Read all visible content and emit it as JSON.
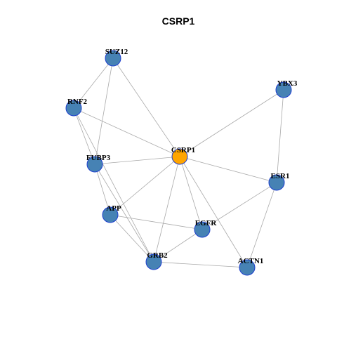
{
  "title": "CSRP1",
  "colors": {
    "center_node": "#FFA500",
    "node_fill": "#4682B4",
    "node_stroke": "#1E3FCF",
    "edge": "#A9A9A9"
  },
  "nodes": [
    {
      "id": "CSRP1",
      "label": "CSRP1",
      "center": true
    },
    {
      "id": "SUZ12",
      "label": "SUZ12"
    },
    {
      "id": "RNF2",
      "label": "RNF2"
    },
    {
      "id": "YBX3",
      "label": "YBX3"
    },
    {
      "id": "FUBP3",
      "label": "FUBP3"
    },
    {
      "id": "ESR1",
      "label": "ESR1"
    },
    {
      "id": "APP",
      "label": "APP"
    },
    {
      "id": "EGFR",
      "label": "EGFR"
    },
    {
      "id": "GRB2",
      "label": "GRB2"
    },
    {
      "id": "ACTN1",
      "label": "ACTN1"
    }
  ],
  "edges": [
    [
      "SUZ12",
      "RNF2"
    ],
    [
      "SUZ12",
      "FUBP3"
    ],
    [
      "SUZ12",
      "CSRP1"
    ],
    [
      "RNF2",
      "CSRP1"
    ],
    [
      "RNF2",
      "FUBP3"
    ],
    [
      "RNF2",
      "GRB2"
    ],
    [
      "YBX3",
      "CSRP1"
    ],
    [
      "YBX3",
      "ESR1"
    ],
    [
      "FUBP3",
      "CSRP1"
    ],
    [
      "FUBP3",
      "APP"
    ],
    [
      "FUBP3",
      "GRB2"
    ],
    [
      "CSRP1",
      "ESR1"
    ],
    [
      "CSRP1",
      "APP"
    ],
    [
      "CSRP1",
      "EGFR"
    ],
    [
      "CSRP1",
      "GRB2"
    ],
    [
      "CSRP1",
      "ACTN1"
    ],
    [
      "ESR1",
      "EGFR"
    ],
    [
      "ESR1",
      "ACTN1"
    ],
    [
      "APP",
      "EGFR"
    ],
    [
      "APP",
      "GRB2"
    ],
    [
      "EGFR",
      "GRB2"
    ],
    [
      "GRB2",
      "ACTN1"
    ]
  ]
}
